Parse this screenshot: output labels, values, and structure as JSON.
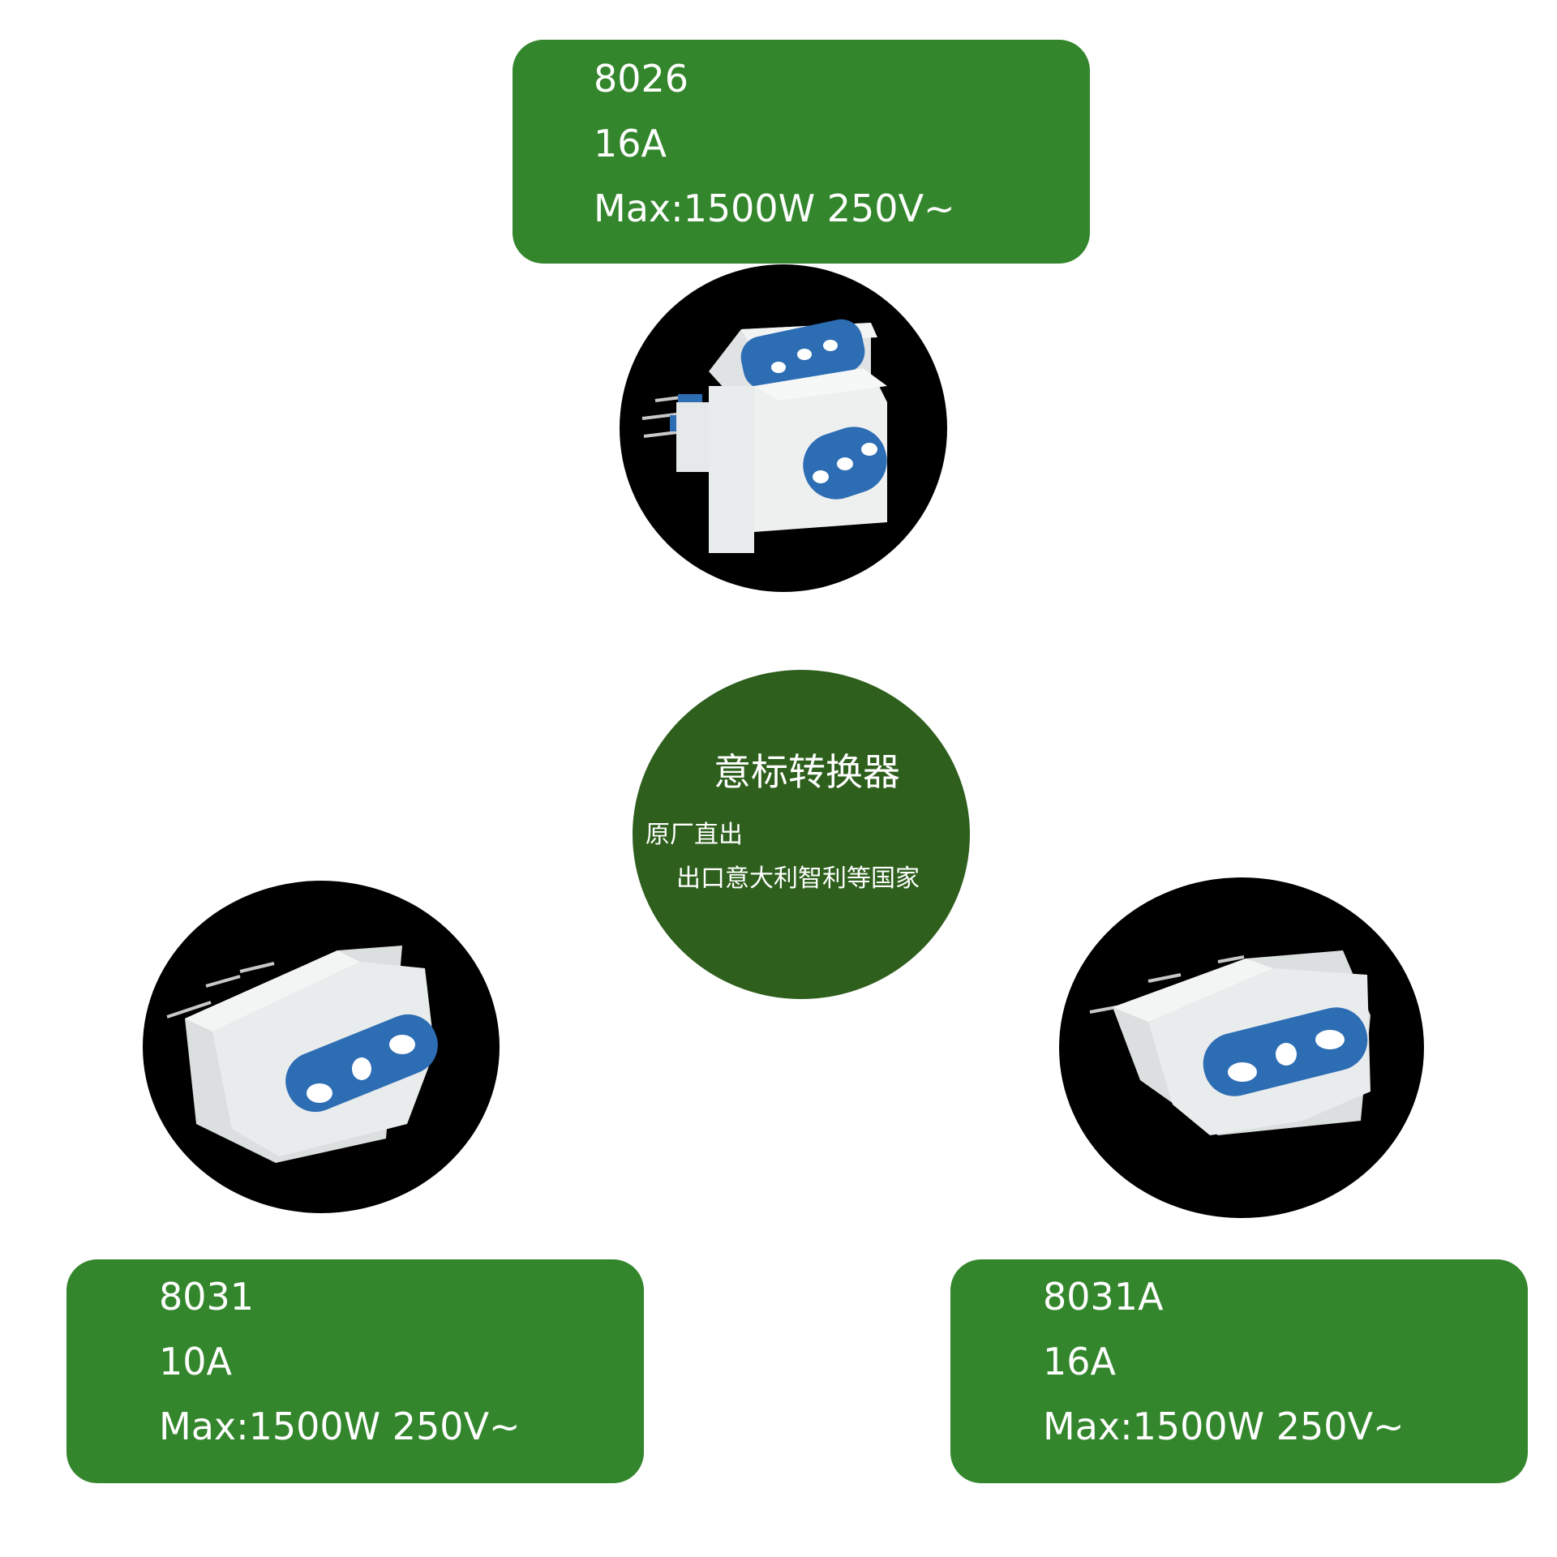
{
  "center": {
    "title": "意标转换器",
    "line1": "原厂直出",
    "line2": "出口意大利智利等国家"
  },
  "products": [
    {
      "model": "8026",
      "current": "16A",
      "rating": "Max:1500W 250V~"
    },
    {
      "model": "8031",
      "current": "10A",
      "rating": "Max:1500W 250V~"
    },
    {
      "model": "8031A",
      "current": "16A",
      "rating": "Max:1500W 250V~"
    }
  ],
  "colors": {
    "card_green": "#33862c",
    "center_green": "#2e5f1d",
    "socket_blue": "#2d6db4",
    "plug_white": "#e9ecec"
  }
}
